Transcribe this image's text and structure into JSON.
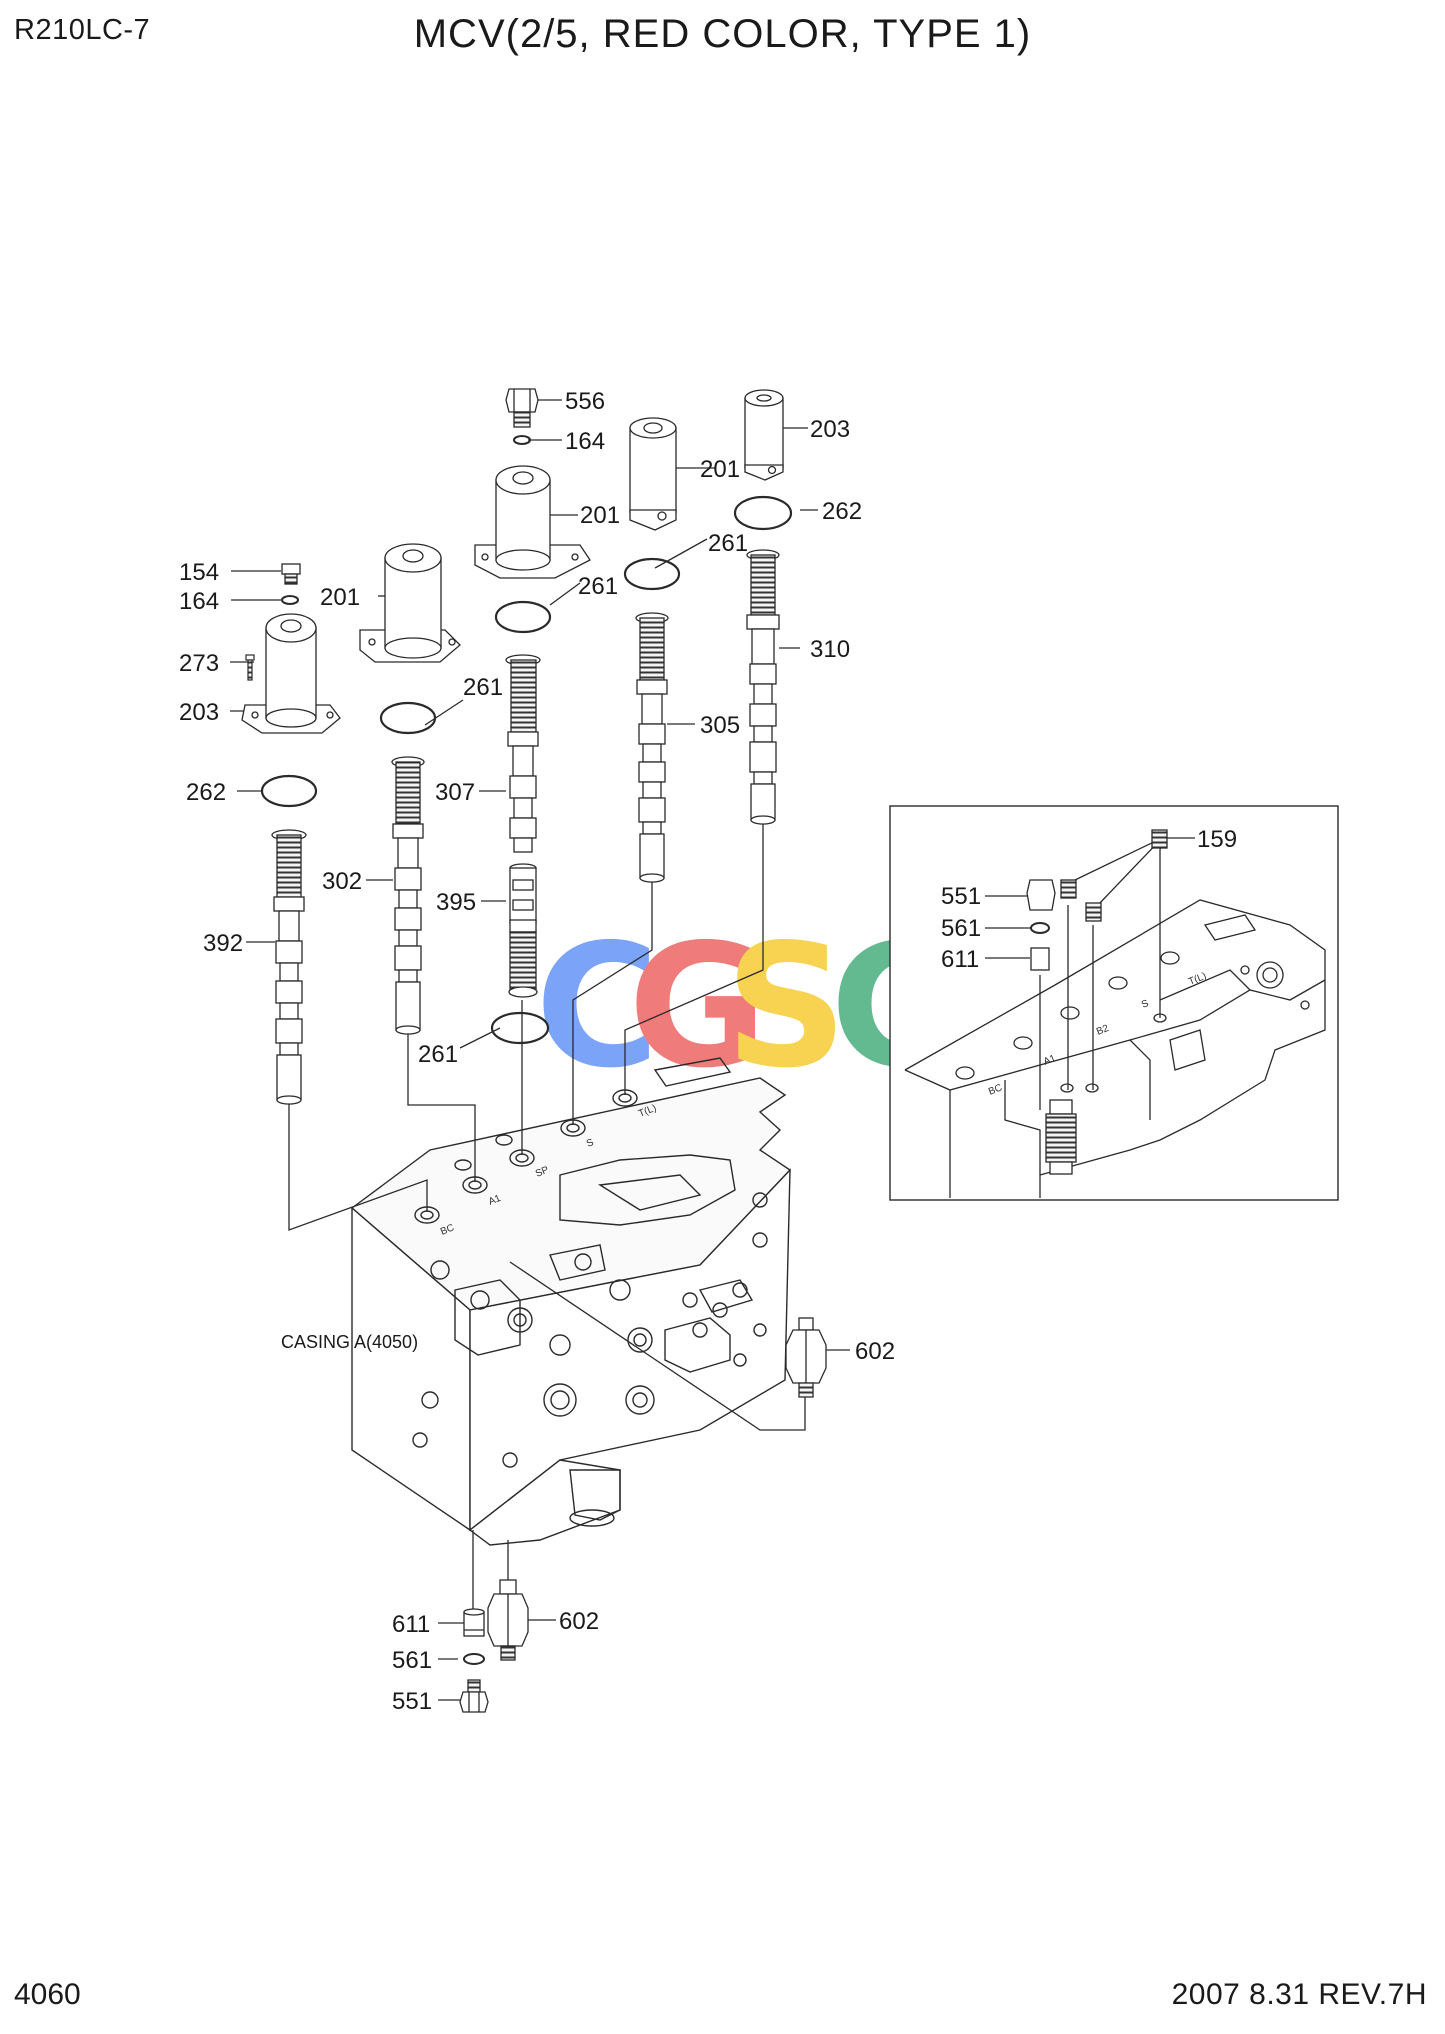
{
  "header": {
    "model": "R210LC-7",
    "title": "MCV(2/5, RED COLOR, TYPE 1)"
  },
  "footer": {
    "page_number": "4060",
    "revision": "2007 8.31  REV.7H"
  },
  "casing_label": "CASING A(4050)",
  "watermark": {
    "letters": [
      "C",
      "G",
      "S",
      "C"
    ],
    "colors": [
      "#4f86f7",
      "#ea4f4f",
      "#f5c518",
      "#2fa36b"
    ]
  },
  "port_labels": [
    "BC",
    "A1",
    "SP",
    "S",
    "T(L)",
    "B2"
  ],
  "callouts": {
    "c556": "556",
    "c164a": "164",
    "c201a": "201",
    "c203a": "203",
    "c201b": "201",
    "c262a": "262",
    "c261a": "261",
    "c261b": "261",
    "c154": "154",
    "c164b": "164",
    "c201c": "201",
    "c273": "273",
    "c203b": "203",
    "c261c": "261",
    "c310": "310",
    "c305": "305",
    "c307": "307",
    "c262b": "262",
    "c302": "302",
    "c395": "395",
    "c392": "392",
    "c261d": "261",
    "c602a": "602",
    "c611a": "611",
    "c602b": "602",
    "c561a": "561",
    "c551a": "551",
    "c159": "159",
    "c551b": "551",
    "c561b": "561",
    "c611b": "611"
  },
  "colors": {
    "line": "#2a2a2a",
    "text": "#1a1a1a"
  }
}
